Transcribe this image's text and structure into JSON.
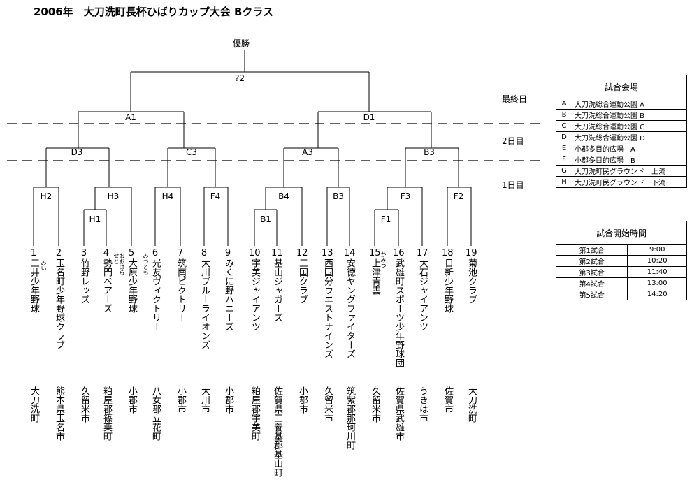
{
  "title": "2006年　大刀洗町長杯ひばりカップ大会 Bクラス",
  "champion_label": "優勝",
  "days": {
    "final": "最終日",
    "day2": "2日目",
    "day1": "1日目"
  },
  "matches": {
    "final": "?2",
    "A1": "A1",
    "D1": "D1",
    "D3": "D3",
    "C3": "C3",
    "A3": "A3",
    "B3": "B3",
    "H2": "H2",
    "H3": "H3",
    "H4": "H4",
    "F4": "F4",
    "B4": "B4",
    "B3b": "B3",
    "F3": "F3",
    "F2": "F2",
    "H1": "H1",
    "B1": "B1",
    "F1": "F1"
  },
  "teams": [
    {
      "no": "1",
      "name": "三井少年野球",
      "city": "大刀洗町",
      "furigana": "みい"
    },
    {
      "no": "2",
      "name": "玉名町少年野球クラブ",
      "city": "熊本県玉名市"
    },
    {
      "no": "3",
      "name": "竹野レッズ",
      "city": "久留米市"
    },
    {
      "no": "4",
      "name": "勢門ベアーズ",
      "city": "粕屋郡篠栗町",
      "furigana": "せと"
    },
    {
      "no": "5",
      "name": "大原少年野球",
      "city": "小郡市",
      "furigana": "おおはら"
    },
    {
      "no": "6",
      "name": "光友ヴィクトリー",
      "city": "八女郡立花町",
      "furigana": "みつとも"
    },
    {
      "no": "7",
      "name": "筑南ビクトリー",
      "city": "小郡市"
    },
    {
      "no": "8",
      "name": "大川ブルーライオンズ",
      "city": "大川市"
    },
    {
      "no": "9",
      "name": "みくに野ハニーズ",
      "city": "小郡市"
    },
    {
      "no": "10",
      "name": "宇美ジャイアンツ",
      "city": "粕屋郡宇美町"
    },
    {
      "no": "11",
      "name": "基山ジャガーズ",
      "city": "佐賀県三養基郡基山町"
    },
    {
      "no": "12",
      "name": "三国クラブ",
      "city": "小郡市"
    },
    {
      "no": "13",
      "name": "西国分ウエストナインズ",
      "city": "久留米市"
    },
    {
      "no": "14",
      "name": "安徳ヤングファイターズ",
      "city": "筑紫郡那珂川町"
    },
    {
      "no": "15",
      "name": "上津青雲",
      "city": "久留米市",
      "furigana": "かみつ"
    },
    {
      "no": "16",
      "name": "武雄町スポーツ少年野球団",
      "city": "佐賀県武雄市"
    },
    {
      "no": "17",
      "name": "大石ジャイアンツ",
      "city": "うきは市"
    },
    {
      "no": "18",
      "name": "日新少年野球",
      "city": "佐賀市"
    },
    {
      "no": "19",
      "name": "菊池クラブ",
      "city": "大刀洗町"
    }
  ],
  "venues": {
    "title": "試合会場",
    "rows": [
      {
        "code": "A",
        "name": "大刀洗総合運動公園 A"
      },
      {
        "code": "B",
        "name": "大刀洗総合運動公園 B"
      },
      {
        "code": "C",
        "name": "大刀洗総合運動公園 C"
      },
      {
        "code": "D",
        "name": "大刀洗総合運動公園 D"
      },
      {
        "code": "E",
        "name": "小郡多目的広場　A"
      },
      {
        "code": "F",
        "name": "小郡多目的広場　B"
      },
      {
        "code": "G",
        "name": "大刀洗町民グラウンド　上流"
      },
      {
        "code": "H",
        "name": "大刀洗町民グラウンド　下流"
      }
    ]
  },
  "start_times": {
    "title": "試合開始時間",
    "rows": [
      {
        "game": "第1試合",
        "time": "9:00"
      },
      {
        "game": "第2試合",
        "time": "10:20"
      },
      {
        "game": "第3試合",
        "time": "11:40"
      },
      {
        "game": "第4試合",
        "time": "13:00"
      },
      {
        "game": "第5試合",
        "time": "14:20"
      }
    ]
  }
}
